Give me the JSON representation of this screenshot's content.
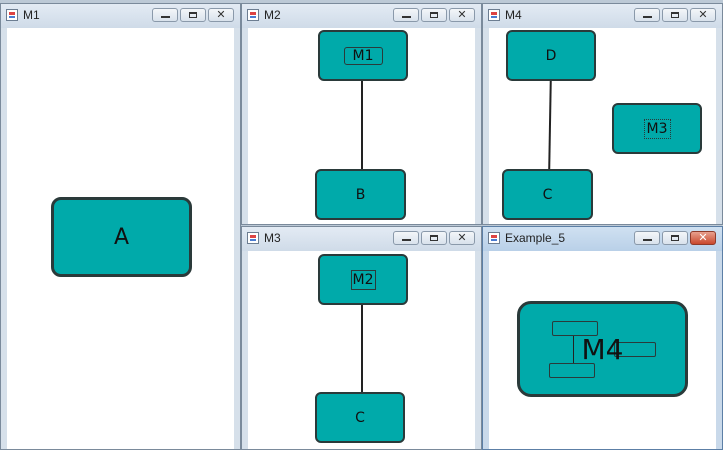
{
  "windows": {
    "m1": {
      "title": "M1",
      "nodes": {
        "a": "A"
      }
    },
    "m2": {
      "title": "M2",
      "nodes": {
        "m1": "M1",
        "b": "B"
      }
    },
    "m4": {
      "title": "M4",
      "nodes": {
        "d": "D",
        "c": "C",
        "m3": "M3"
      }
    },
    "m3": {
      "title": "M3",
      "nodes": {
        "m2": "M2",
        "c": "C"
      }
    },
    "example5": {
      "title": "Example_5",
      "nodes": {
        "m4": "M4"
      }
    }
  },
  "controls": {
    "minimize": "",
    "maximize": "",
    "close": "✕"
  },
  "colors": {
    "node_fill": "#00aaaa",
    "node_border": "#2a3a3a",
    "edge": "#222222"
  }
}
